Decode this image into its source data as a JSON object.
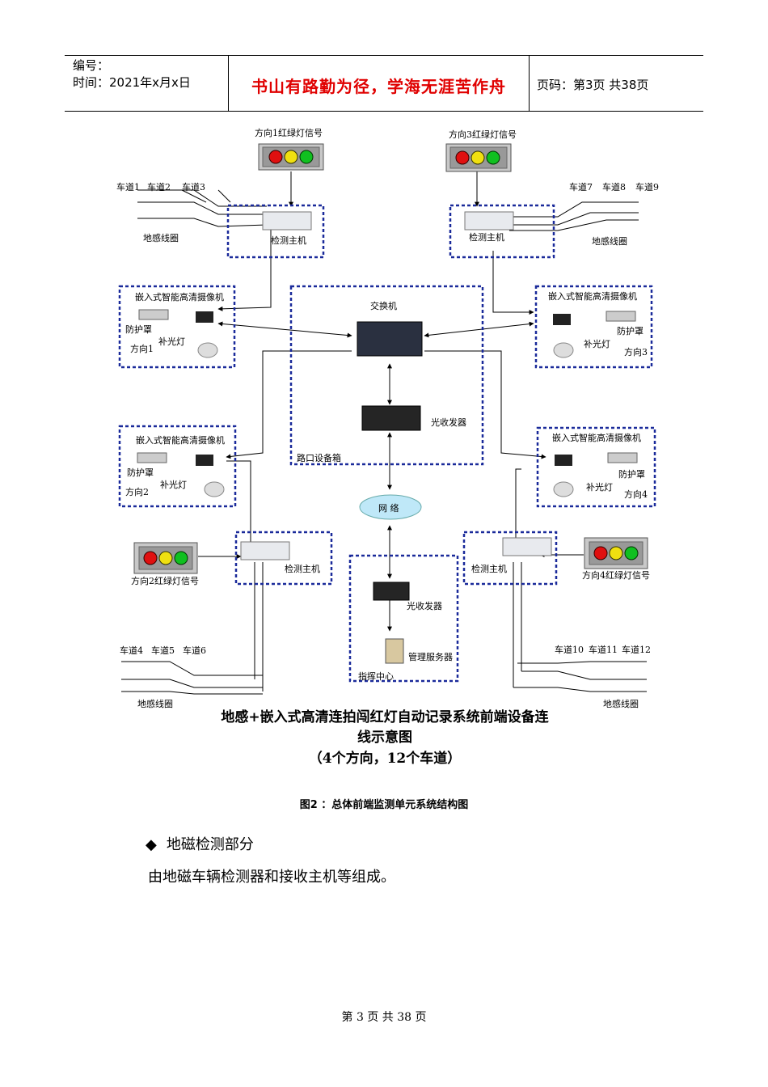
{
  "header": {
    "number_label": "编号：",
    "time_label": "时间：2021年x月x日",
    "motto": "书山有路勤为径，学海无涯苦作舟",
    "page_label": "页码：第3页  共38页"
  },
  "diagram": {
    "signal1": "方向1红绿灯信号",
    "signal3": "方向3红绿灯信号",
    "signal2": "方向2红绿灯信号",
    "signal4": "方向4红绿灯信号",
    "lanes": [
      "车道1",
      "车道2",
      "车道3",
      "车道4",
      "车道5",
      "车道6",
      "车道7",
      "车道8",
      "车道9",
      "车道10",
      "车道11",
      "车道12"
    ],
    "loop": "地感线圈",
    "detector": "检测主机",
    "camera": "嵌入式智能高清摄像机",
    "shield": "防护罩",
    "fill_light": "补光灯",
    "dir1": "方向1",
    "dir2": "方向2",
    "dir3": "方向3",
    "dir4": "方向4",
    "switch": "交换机",
    "transceiver": "光收发器",
    "cabinet": "路口设备箱",
    "network": "网  络",
    "server": "管理服务器",
    "command_center": "指挥中心",
    "title_line1": "地感+嵌入式高清连拍闯红灯自动记录系统前端设备连",
    "title_line2": "线示意图",
    "title_line3": "（4个方向，12个车道）"
  },
  "caption": "图2  ：总体前端监测单元系统结构图",
  "bullet_icon": "diamond-bullet-icon",
  "bullet_text": "地磁检测部分",
  "paragraph": "由地磁车辆检测器和接收主机等组成。",
  "footer": "第 3 页 共 38 页",
  "colors": {
    "motto": "#e00000",
    "dashed_box": "#1a2a9a",
    "red": "#e01010",
    "yellow": "#f0e010",
    "green": "#10c020"
  }
}
